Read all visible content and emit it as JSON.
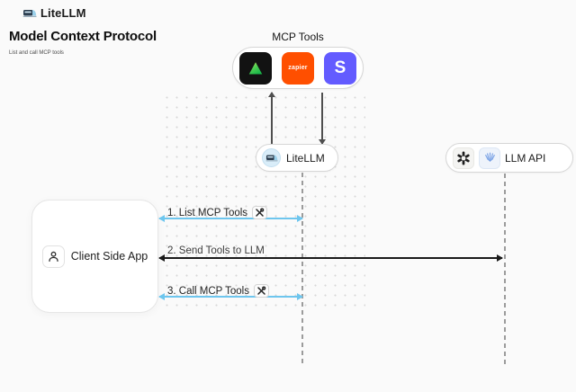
{
  "header": {
    "brand": "LiteLLM",
    "title": "Model Context Protocol",
    "subtitle": "List and call MCP tools"
  },
  "mcp": {
    "label": "MCP Tools",
    "tools": [
      {
        "name": "green-triangle-tool"
      },
      {
        "name": "zapier-tool",
        "text": "zapier"
      },
      {
        "name": "stripe-tool",
        "text": "S"
      }
    ]
  },
  "nodes": {
    "litellm": "LiteLLM",
    "llm_api": "LLM API",
    "client": "Client Side App"
  },
  "messages": [
    {
      "label": "1. List MCP Tools",
      "tools_icon": true,
      "color": "#6EC6EE"
    },
    {
      "label": "2. Send Tools to LLM",
      "tools_icon": false,
      "color": "#1A1A1A"
    },
    {
      "label": "3. Call MCP Tools",
      "tools_icon": true,
      "color": "#6EC6EE"
    }
  ],
  "colors": {
    "background": "#FAFAFA",
    "zapier": "#FF4F00",
    "stripe": "#635BFF",
    "arrow_blue": "#6EC6EE",
    "arrow_black": "#1A1A1A",
    "lifeline": "#9B9B9B"
  }
}
